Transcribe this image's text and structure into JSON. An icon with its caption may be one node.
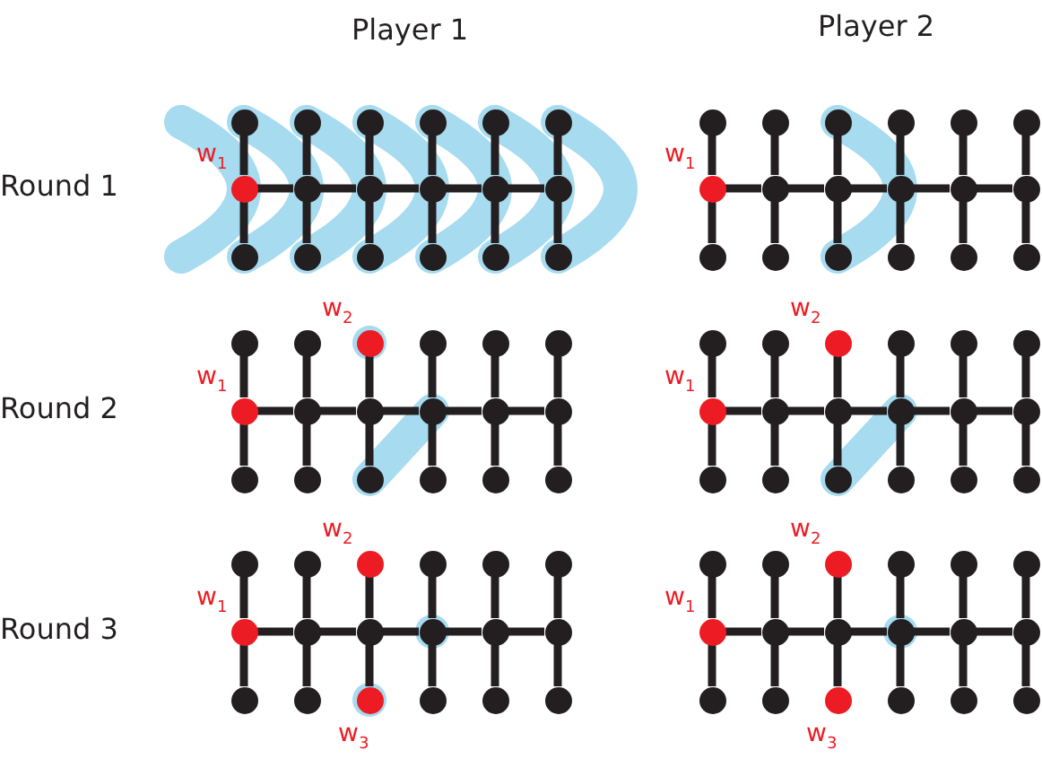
{
  "diagram": {
    "nodes": [
      {
        "text": [],
        "shape": "circle"
      },
      {
        "text": [],
        "shape": "circle"
      },
      {
        "text": [],
        "shape": "circle"
      },
      {
        "text": [],
        "shape": "circle"
      },
      {
        "text": [],
        "shape": "circle"
      },
      {
        "text": [],
        "shape": "circle"
      },
      {
        "text": [],
        "shape": "circle",
        "beside": [
          "w$_{1}$"
        ]
      },
      {
        "text": [],
        "shape": "circle"
      },
      {
        "text": [],
        "shape": "circle"
      },
      {
        "text": [],
        "shape": "circle"
      },
      {
        "text": [],
        "shape": "circle"
      },
      {
        "text": [],
        "shape": "circle"
      },
      {
        "text": [],
        "shape": "circle"
      },
      {
        "text": [],
        "shape": "circle"
      },
      {
        "text": [],
        "shape": "circle"
      },
      {
        "text": [],
        "shape": "circle"
      },
      {
        "text": [],
        "shape": "circle"
      },
      {
        "text": [],
        "shape": "circle"
      },
      {
        "text": [],
        "shape": "circle"
      },
      {
        "text": [],
        "shape": "circle"
      },
      {
        "text": [],
        "shape": "circle"
      },
      {
        "text": [],
        "shape": "circle"
      },
      {
        "text": [],
        "shape": "circle"
      },
      {
        "text": [],
        "shape": "circle"
      },
      {
        "text": [],
        "shape": "circle",
        "beside": [
          "w$_{1}$"
        ]
      },
      {
        "text": [],
        "shape": "circle"
      },
      {
        "text": [],
        "shape": "circle"
      },
      {
        "text": [],
        "shape": "circle"
      },
      {
        "text": [],
        "shape": "circle"
      },
      {
        "text": [],
        "shape": "circle"
      },
      {
        "text": [],
        "shape": "circle"
      },
      {
        "text": [],
        "shape": "circle"
      },
      {
        "text": [],
        "shape": "circle"
      },
      {
        "text": [],
        "shape": "circle"
      },
      {
        "text": [],
        "shape": "circle"
      },
      {
        "text": [],
        "shape": "circle"
      },
      {
        "text": [],
        "shape": "circle"
      },
      {
        "text": [],
        "shape": "circle"
      },
      {
        "text": [],
        "shape": "circle",
        "beside": [
          "w$_{2}$"
        ]
      },
      {
        "text": [],
        "shape": "circle"
      },
      {
        "text": [],
        "shape": "circle"
      },
      {
        "text": [],
        "shape": "circle"
      },
      {
        "text": [],
        "shape": "circle",
        "beside": [
          "w$_{1}$"
        ]
      },
      {
        "text": [],
        "shape": "circle"
      },
      {
        "text": [],
        "shape": "circle"
      },
      {
        "text": [],
        "shape": "circle"
      },
      {
        "text": [],
        "shape": "circle"
      },
      {
        "text": [],
        "shape": "circle"
      },
      {
        "text": [],
        "shape": "circle"
      },
      {
        "text": [],
        "shape": "circle"
      },
      {
        "text": [],
        "shape": "circle"
      },
      {
        "text": [],
        "shape": "circle"
      },
      {
        "text": [],
        "shape": "circle"
      },
      {
        "text": [],
        "shape": "circle"
      },
      {
        "text": [],
        "shape": "circle"
      },
      {
        "text": [],
        "shape": "circle"
      },
      {
        "text": [],
        "shape": "circle",
        "beside": [
          "w$_{2}$"
        ]
      },
      {
        "text": [],
        "shape": "circle"
      },
      {
        "text": [],
        "shape": "circle"
      },
      {
        "text": [],
        "shape": "circle"
      },
      {
        "text": [],
        "shape": "circle",
        "beside": [
          "w$_{1}$"
        ]
      },
      {
        "text": [],
        "shape": "circle"
      },
      {
        "text": [],
        "shape": "circle"
      },
      {
        "text": [],
        "shape": "circle"
      },
      {
        "text": [],
        "shape": "circle"
      },
      {
        "text": [],
        "shape": "circle"
      },
      {
        "text": [],
        "shape": "circle"
      },
      {
        "text": [],
        "shape": "circle"
      },
      {
        "text": [],
        "shape": "circle"
      },
      {
        "text": [],
        "shape": "circle"
      },
      {
        "text": [],
        "shape": "circle"
      },
      {
        "text": [],
        "shape": "circle"
      },
      {
        "text": [],
        "shape": "circle"
      },
      {
        "text": [],
        "shape": "circle"
      },
      {
        "text": [],
        "shape": "circle",
        "beside": [
          "w$_{2}$"
        ]
      },
      {
        "text": [],
        "shape": "circle"
      },
      {
        "text": [],
        "shape": "circle"
      },
      {
        "text": [],
        "shape": "circle"
      },
      {
        "text": [],
        "shape": "circle",
        "beside": [
          "w$_{1}$"
        ]
      },
      {
        "text": [],
        "shape": "circle"
      },
      {
        "text": [],
        "shape": "circle"
      },
      {
        "text": [],
        "shape": "circle"
      },
      {
        "text": [],
        "shape": "circle"
      },
      {
        "text": [],
        "shape": "circle"
      },
      {
        "text": [],
        "shape": "circle"
      },
      {
        "text": [],
        "shape": "circle"
      },
      {
        "text": [],
        "shape": "circle",
        "beside": [
          "w$_{3}$"
        ]
      },
      {
        "text": [],
        "shape": "circle"
      },
      {
        "text": [],
        "shape": "circle"
      },
      {
        "text": [],
        "shape": "circle"
      },
      {
        "text": [],
        "shape": "circle"
      },
      {
        "text": [],
        "shape": "circle"
      },
      {
        "text": [],
        "shape": "circle",
        "beside": [
          "w$_{2}$"
        ]
      },
      {
        "text": [],
        "shape": "circle"
      },
      {
        "text": [],
        "shape": "circle"
      },
      {
        "text": [],
        "shape": "circle"
      },
      {
        "text": [],
        "shape": "circle",
        "beside": [
          "w$_{1}$"
        ]
      },
      {
        "text": [],
        "shape": "circle"
      },
      {
        "text": [],
        "shape": "circle"
      },
      {
        "text": [],
        "shape": "circle"
      },
      {
        "text": [],
        "shape": "circle"
      },
      {
        "text": [],
        "shape": "circle"
      },
      {
        "text": [],
        "shape": "circle"
      },
      {
        "text": [],
        "shape": "circle"
      },
      {
        "text": [],
        "shape": "circle",
        "beside": [
          "w$_{3}$"
        ]
      },
      {
        "text": [],
        "shape": "circle"
      },
      {
        "text": [],
        "shape": "circle"
      },
      {
        "text": [],
        "shape": "circle"
      }
    ],
    "edges": [
      {
        "from": 0,
        "to": 6,
        "arrow": "none"
      },
      {
        "from": 1,
        "to": 7,
        "arrow": "none"
      },
      {
        "from": 2,
        "to": 8,
        "arrow": "none"
      },
      {
        "from": 3,
        "to": 9,
        "arrow": "none"
      },
      {
        "from": 4,
        "to": 10,
        "arrow": "none"
      },
      {
        "from": 5,
        "to": 11,
        "arrow": "none"
      },
      {
        "from": 6,
        "to": 12,
        "arrow": "none"
      },
      {
        "from": 7,
        "to": 13,
        "arrow": "none"
      },
      {
        "from": 8,
        "to": 14,
        "arrow": "none"
      },
      {
        "from": 9,
        "to": 15,
        "arrow": "none"
      },
      {
        "from": 10,
        "to": 16,
        "arrow": "none"
      },
      {
        "from": 11,
        "to": 17,
        "arrow": "none"
      },
      {
        "from": 6,
        "to": 7,
        "arrow": "none"
      },
      {
        "from": 7,
        "to": 8,
        "arrow": "none"
      },
      {
        "from": 8,
        "to": 9,
        "arrow": "none"
      },
      {
        "from": 9,
        "to": 10,
        "arrow": "none"
      },
      {
        "from": 10,
        "to": 11,
        "arrow": "none"
      },
      {
        "from": 18,
        "to": 24,
        "arrow": "none"
      },
      {
        "from": 19,
        "to": 25,
        "arrow": "none"
      },
      {
        "from": 20,
        "to": 26,
        "arrow": "none"
      },
      {
        "from": 21,
        "to": 27,
        "arrow": "none"
      },
      {
        "from": 22,
        "to": 28,
        "arrow": "none"
      },
      {
        "from": 23,
        "to": 29,
        "arrow": "none"
      },
      {
        "from": 24,
        "to": 30,
        "arrow": "none"
      },
      {
        "from": 25,
        "to": 31,
        "arrow": "none"
      },
      {
        "from": 26,
        "to": 32,
        "arrow": "none"
      },
      {
        "from": 27,
        "to": 33,
        "arrow": "none"
      },
      {
        "from": 28,
        "to": 34,
        "arrow": "none"
      },
      {
        "from": 29,
        "to": 35,
        "arrow": "none"
      },
      {
        "from": 24,
        "to": 25,
        "arrow": "none"
      },
      {
        "from": 25,
        "to": 26,
        "arrow": "none"
      },
      {
        "from": 26,
        "to": 27,
        "arrow": "none"
      },
      {
        "from": 27,
        "to": 28,
        "arrow": "none"
      },
      {
        "from": 28,
        "to": 29,
        "arrow": "none"
      },
      {
        "from": 36,
        "to": 42,
        "arrow": "none"
      },
      {
        "from": 37,
        "to": 43,
        "arrow": "none"
      },
      {
        "from": 38,
        "to": 44,
        "arrow": "none"
      },
      {
        "from": 39,
        "to": 45,
        "arrow": "none"
      },
      {
        "from": 40,
        "to": 46,
        "arrow": "none"
      },
      {
        "from": 41,
        "to": 47,
        "arrow": "none"
      },
      {
        "from": 42,
        "to": 48,
        "arrow": "none"
      },
      {
        "from": 43,
        "to": 49,
        "arrow": "none"
      },
      {
        "from": 44,
        "to": 50,
        "arrow": "none"
      },
      {
        "from": 45,
        "to": 51,
        "arrow": "none"
      },
      {
        "from": 46,
        "to": 52,
        "arrow": "none"
      },
      {
        "from": 47,
        "to": 53,
        "arrow": "none"
      },
      {
        "from": 42,
        "to": 43,
        "arrow": "none"
      },
      {
        "from": 43,
        "to": 44,
        "arrow": "none"
      },
      {
        "from": 44,
        "to": 45,
        "arrow": "none"
      },
      {
        "from": 45,
        "to": 46,
        "arrow": "none"
      },
      {
        "from": 46,
        "to": 47,
        "arrow": "none"
      },
      {
        "from": 54,
        "to": 60,
        "arrow": "none"
      },
      {
        "from": 55,
        "to": 61,
        "arrow": "none"
      },
      {
        "from": 56,
        "to": 62,
        "arrow": "none"
      },
      {
        "from": 57,
        "to": 63,
        "arrow": "none"
      },
      {
        "from": 58,
        "to": 64,
        "arrow": "none"
      },
      {
        "from": 59,
        "to": 65,
        "arrow": "none"
      },
      {
        "from": 60,
        "to": 66,
        "arrow": "none"
      },
      {
        "from": 61,
        "to": 67,
        "arrow": "none"
      },
      {
        "from": 62,
        "to": 68,
        "arrow": "none"
      },
      {
        "from": 63,
        "to": 69,
        "arrow": "none"
      },
      {
        "from": 64,
        "to": 70,
        "arrow": "none"
      },
      {
        "from": 65,
        "to": 71,
        "arrow": "none"
      },
      {
        "from": 60,
        "to": 61,
        "arrow": "none"
      },
      {
        "from": 61,
        "to": 62,
        "arrow": "none"
      },
      {
        "from": 62,
        "to": 63,
        "arrow": "none"
      },
      {
        "from": 63,
        "to": 64,
        "arrow": "none"
      },
      {
        "from": 64,
        "to": 65,
        "arrow": "none"
      },
      {
        "from": 72,
        "to": 78,
        "arrow": "none"
      },
      {
        "from": 73,
        "to": 79,
        "arrow": "none"
      },
      {
        "from": 74,
        "to": 80,
        "arrow": "none"
      },
      {
        "from": 75,
        "to": 81,
        "arrow": "none"
      },
      {
        "from": 76,
        "to": 82,
        "arrow": "none"
      },
      {
        "from": 77,
        "to": 83,
        "arrow": "none"
      },
      {
        "from": 78,
        "to": 84,
        "arrow": "none"
      },
      {
        "from": 79,
        "to": 85,
        "arrow": "none"
      },
      {
        "from": 80,
        "to": 86,
        "arrow": "none"
      },
      {
        "from": 81,
        "to": 87,
        "arrow": "none"
      },
      {
        "from": 82,
        "to": 88,
        "arrow": "none"
      },
      {
        "from": 83,
        "to": 89,
        "arrow": "none"
      },
      {
        "from": 78,
        "to": 79,
        "arrow": "none"
      },
      {
        "from": 79,
        "to": 80,
        "arrow": "none"
      },
      {
        "from": 80,
        "to": 81,
        "arrow": "none"
      },
      {
        "from": 81,
        "to": 82,
        "arrow": "none"
      },
      {
        "from": 82,
        "to": 83,
        "arrow": "none"
      },
      {
        "from": 90,
        "to": 96,
        "arrow": "none"
      },
      {
        "from": 91,
        "to": 97,
        "arrow": "none"
      },
      {
        "from": 92,
        "to": 98,
        "arrow": "none"
      },
      {
        "from": 93,
        "to": 99,
        "arrow": "none"
      },
      {
        "from": 94,
        "to": 100,
        "arrow": "none"
      },
      {
        "from": 95,
        "to": 101,
        "arrow": "none"
      },
      {
        "from": 96,
        "to": 102,
        "arrow": "none"
      },
      {
        "from": 97,
        "to": 103,
        "arrow": "none"
      },
      {
        "from": 98,
        "to": 104,
        "arrow": "none"
      },
      {
        "from": 99,
        "to": 105,
        "arrow": "none"
      },
      {
        "from": 100,
        "to": 106,
        "arrow": "none"
      },
      {
        "from": 101,
        "to": 107,
        "arrow": "none"
      },
      {
        "from": 96,
        "to": 97,
        "arrow": "none"
      },
      {
        "from": 97,
        "to": 98,
        "arrow": "none"
      },
      {
        "from": 98,
        "to": 99,
        "arrow": "none"
      },
      {
        "from": 99,
        "to": 100,
        "arrow": "none"
      },
      {
        "from": 100,
        "to": 101,
        "arrow": "none"
      }
    ],
    "labels": [
      "Player 1",
      "Player 2",
      "Round 1",
      "Round 2",
      "Round 3"
    ]
  }
}
